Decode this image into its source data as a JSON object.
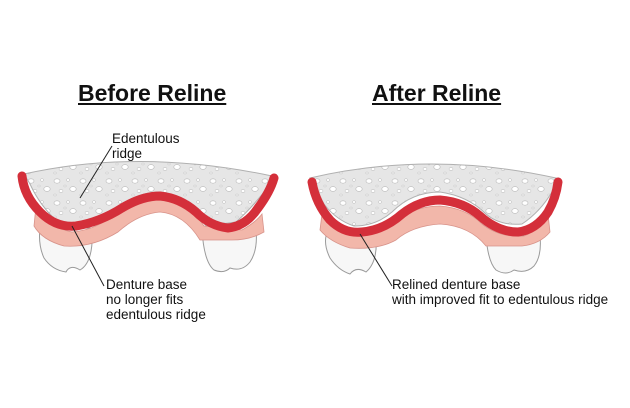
{
  "titles": {
    "before": "Before Reline",
    "after": "After Reline"
  },
  "labels": {
    "edentulous_ridge": [
      "Edentulous",
      "ridge"
    ],
    "denture_base": [
      "Denture base",
      "no longer fits",
      "edentulous ridge"
    ],
    "relined_base": [
      "Relined denture base",
      "with improved fit to edentulous ridge"
    ]
  },
  "colors": {
    "denture_red": "#d42f3a",
    "gum_pink": "#f2b7aa",
    "bone_gray": "#e4e4e4",
    "bone_spots": "#ffffff",
    "tooth_white": "#f7f7f7",
    "outline": "#9a9a9a",
    "text": "#111111"
  }
}
